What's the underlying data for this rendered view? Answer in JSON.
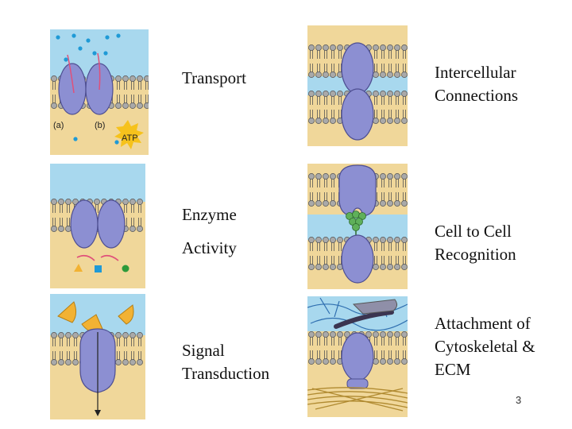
{
  "labels": {
    "transport": "Transport",
    "enzyme_line1": "Enzyme",
    "enzyme_line2": "Activity",
    "signal_line1": "Signal",
    "signal_line2": "Transduction",
    "intercellular_line1": "Intercellular",
    "intercellular_line2": "Connections",
    "recognition_line1": "Cell to Cell",
    "recognition_line2": "Recognition",
    "attachment_line1": "Attachment of",
    "attachment_line2": "Cytoskeletal &",
    "attachment_line3": "ECM"
  },
  "transport_panel": {
    "sub_a": "(a)",
    "sub_b": "(b)",
    "atp": "ATP"
  },
  "page_number": "3",
  "colors": {
    "outside_blue": "#a8d8ee",
    "cytoplasm_tan": "#f0d79a",
    "protein_purple": "#8c8fd2",
    "head_gray": "#a9a9a9",
    "arrow_pink": "#e0507a",
    "signal_orange": "#f2b233"
  }
}
